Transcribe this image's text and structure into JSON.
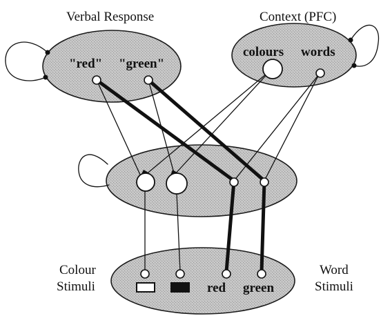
{
  "labels": {
    "verbal_response": "Verbal Response",
    "context": "Context (PFC)",
    "colour_stimuli_line1": "Colour",
    "colour_stimuli_line2": "Stimuli",
    "word_stimuli_line1": "Word",
    "word_stimuli_line2": "Stimuli"
  },
  "nodes": {
    "response_red": "\"red\"",
    "response_green": "\"green\"",
    "context_colours": "colours",
    "context_words": "words",
    "stim_word_red": "red",
    "stim_word_green": "green"
  },
  "colors": {
    "ellipse_fill": "#b9b9b9",
    "line": "#111111"
  }
}
